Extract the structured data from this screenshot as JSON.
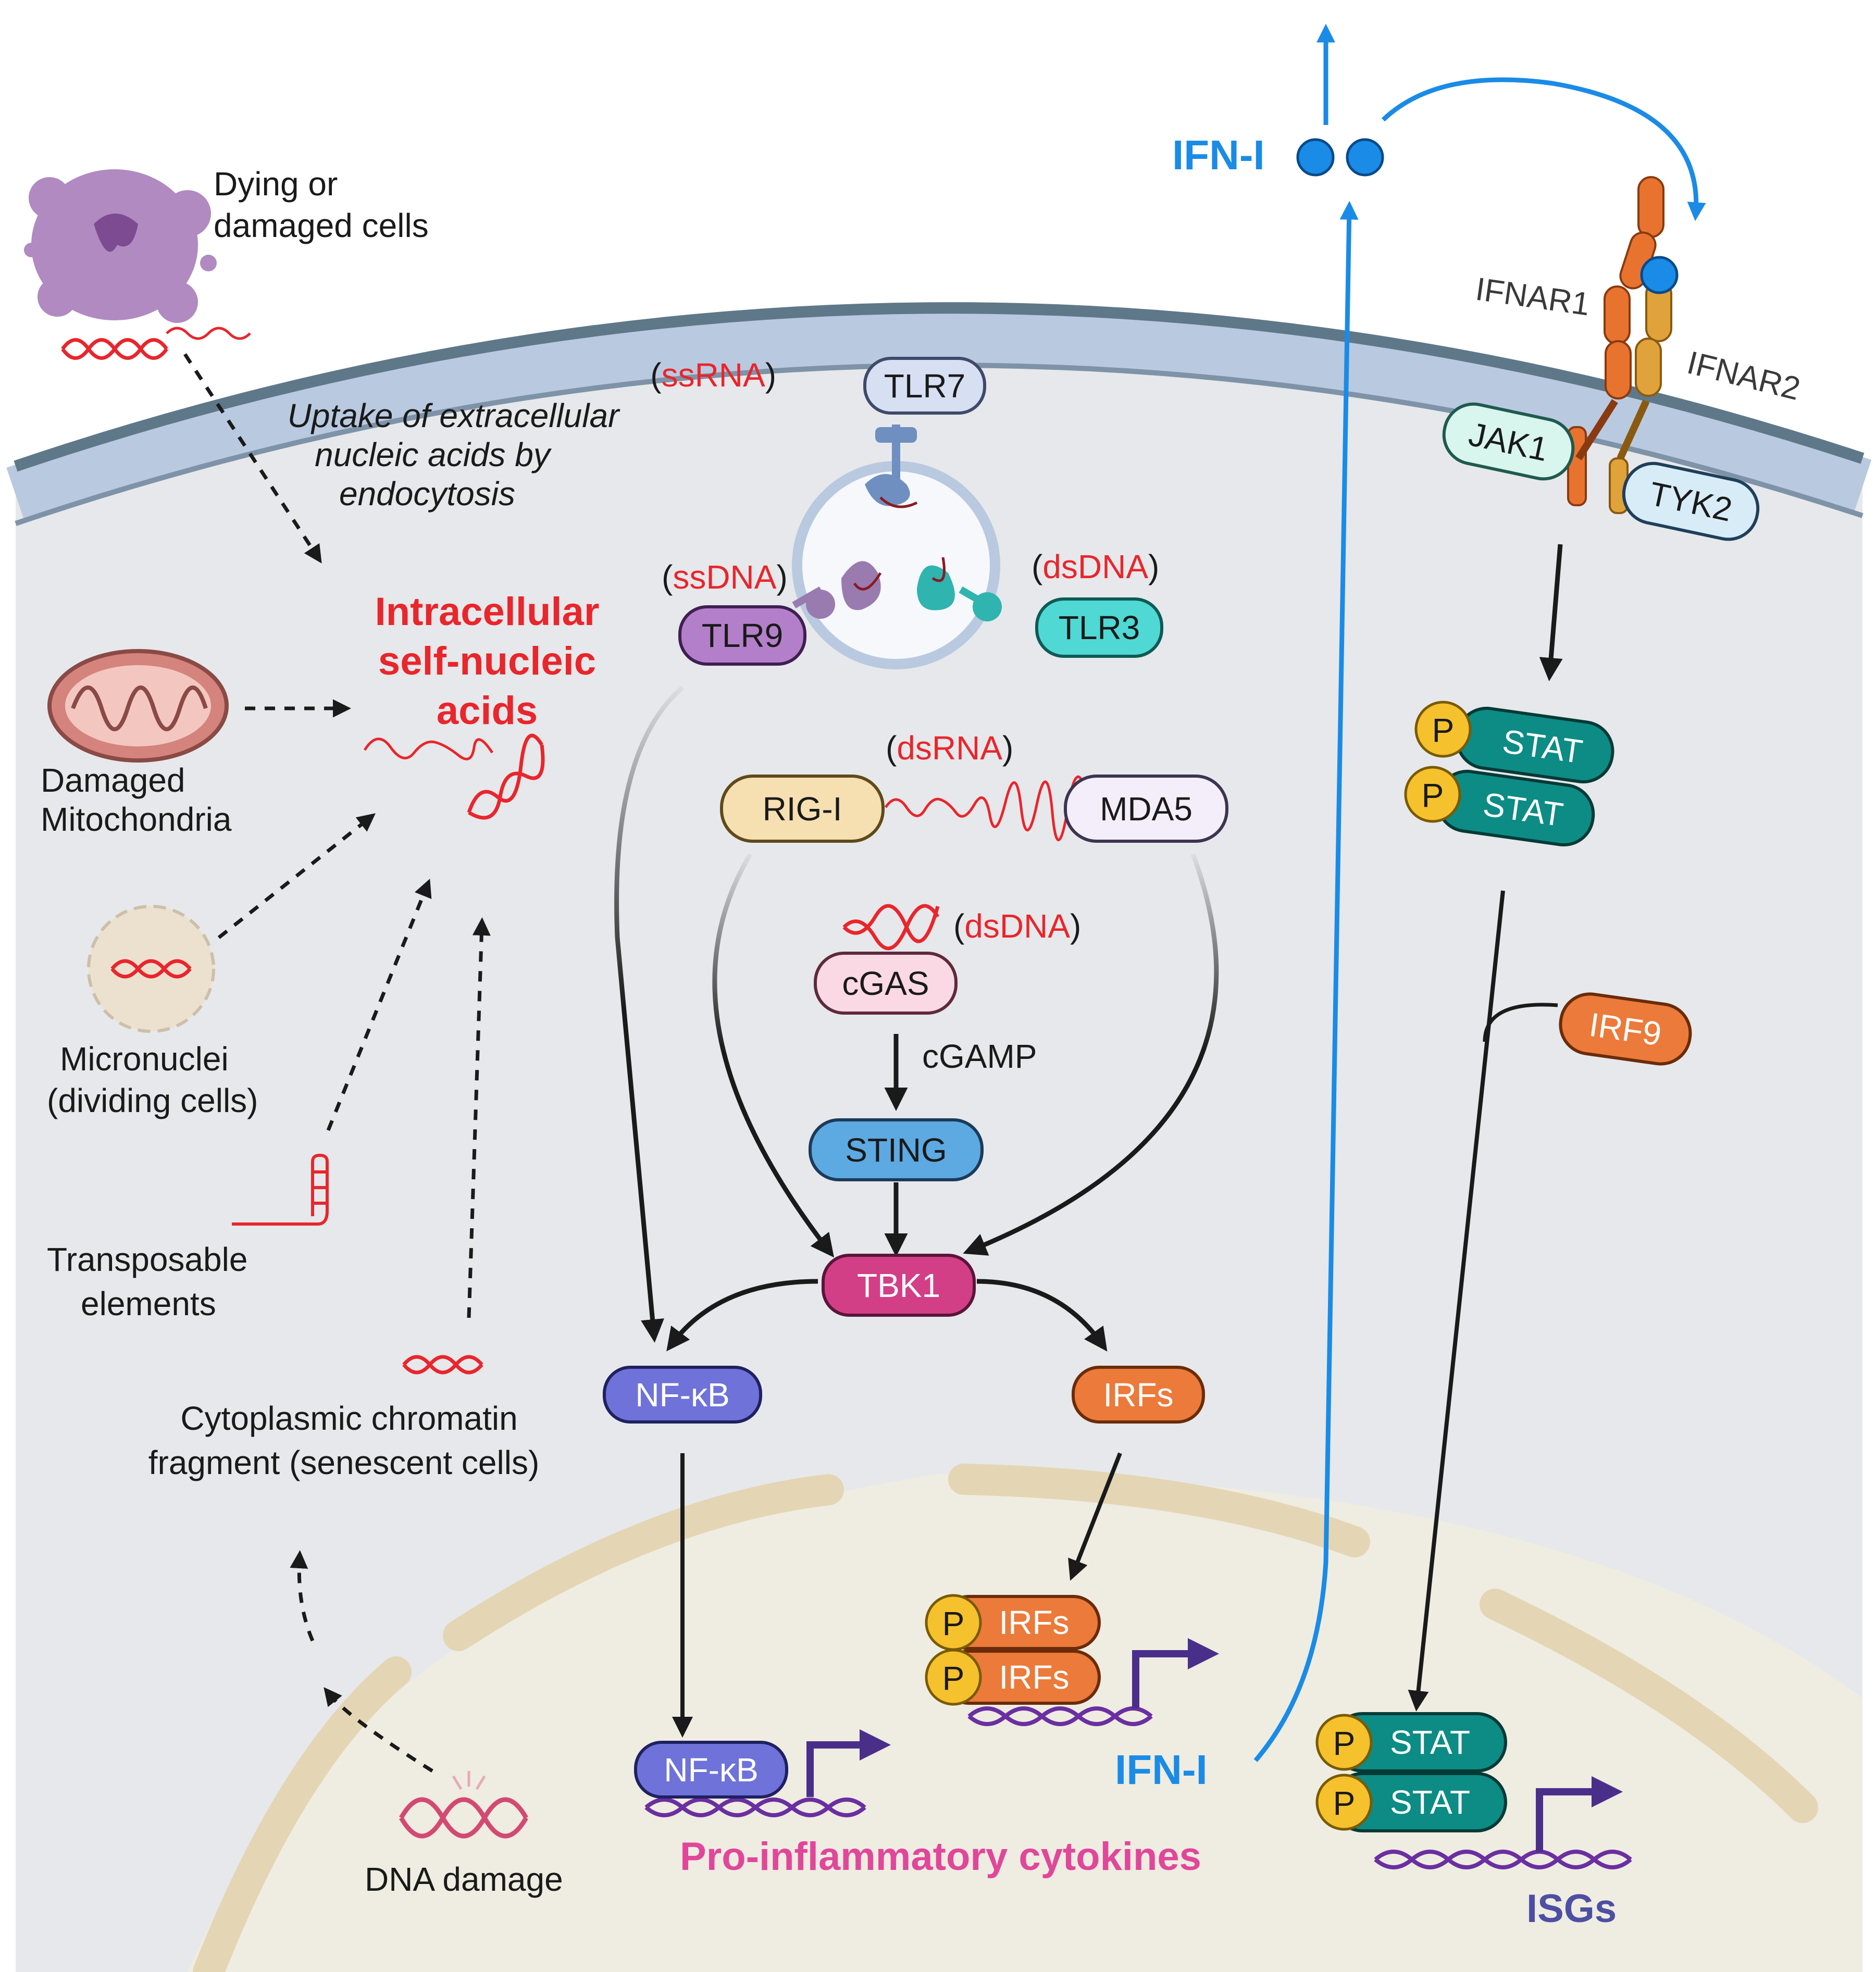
{
  "colors": {
    "membrane_outer": "#5f7889",
    "membrane_inner": "#b9c9e0",
    "cytoplasm": "#e6e8eb",
    "nucleus": "#efece2",
    "nuclear_envelope": "#e4d6b4",
    "ifn_blue": "#1a8be6",
    "nucleic_red": "#e8262c",
    "cytokine_pink": "#e0479a",
    "isg_purple": "#4d4fa3",
    "stat_teal": "#0c8c85",
    "phospho_yellow": "#f5c12d"
  },
  "sources": {
    "dying_cells": [
      "Dying or",
      "damaged cells"
    ],
    "uptake": [
      "Uptake of extracellular",
      "nucleic acids by",
      "endocytosis"
    ],
    "intracellular": [
      "Intracellular",
      "self-nucleic",
      "acids"
    ],
    "mitochondria": [
      "Damaged",
      "Mitochondria"
    ],
    "micronuclei": [
      "Micronuclei",
      "(dividing cells)"
    ],
    "transposable": [
      "Transposable",
      "elements"
    ],
    "chromatin": [
      "Cytoplasmic chromatin",
      "fragment (senescent cells)"
    ],
    "dna_damage": "DNA damage"
  },
  "sensors": {
    "tlr7": "TLR7",
    "tlr9": "TLR9",
    "tlr3": "TLR3",
    "ssrna": "ssRNA",
    "ssdna": "ssDNA",
    "dsdna_tlr3": "dsDNA",
    "dsrna": "dsRNA",
    "rig1": "RIG-I",
    "mda5": "MDA5",
    "dsdna_cgas": "dsDNA",
    "cgas": "cGAS",
    "cgamp": "cGAMP",
    "sting": "STING",
    "tbk1": "TBK1"
  },
  "transcription": {
    "nfkb": "NF-κB",
    "irfs": "IRFs",
    "p": "P",
    "pro_inflammatory": "Pro-inflammatory cytokines",
    "ifn_i_nuclear": "IFN-I"
  },
  "ifn_signaling": {
    "ifn_i": "IFN-I",
    "ifnar1": "IFNAR1",
    "ifnar2": "IFNAR2",
    "jak1": "JAK1",
    "tyk2": "TYK2",
    "stat": "STAT",
    "irf9": "IRF9",
    "isgs": "ISGs"
  }
}
